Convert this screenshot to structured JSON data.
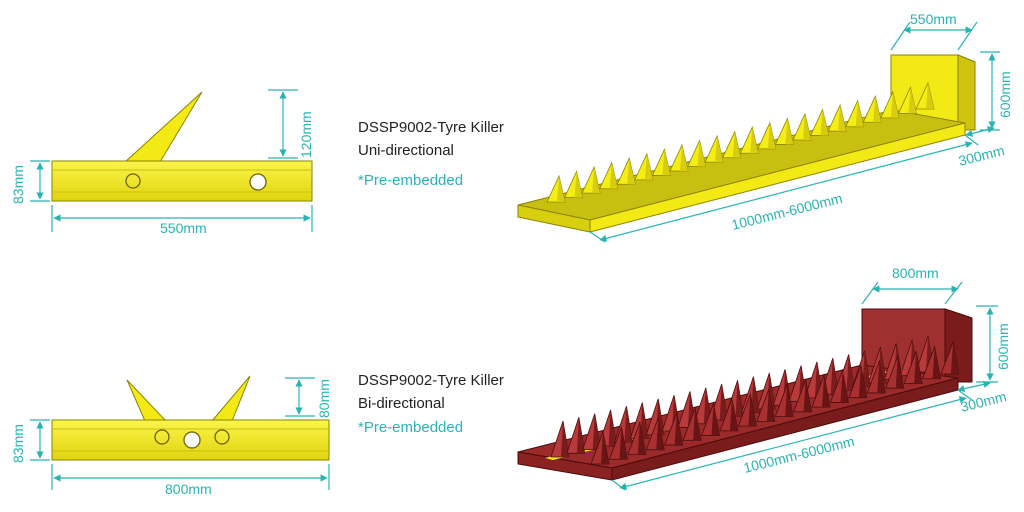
{
  "uni": {
    "dims": {
      "height": "83mm",
      "spike": "120mm",
      "width": "550mm"
    },
    "info": {
      "title": "DSSP9002-Tyre Killer",
      "type": "Uni-directional",
      "note": "*Pre-embedded"
    },
    "model_dims": {
      "box_width": "550mm",
      "box_height": "600mm",
      "depth": "300mm",
      "length": "1000mm-6000mm"
    }
  },
  "bi": {
    "dims": {
      "height": "83mm",
      "spike": "80mm",
      "width": "800mm"
    },
    "info": {
      "title": "DSSP9002-Tyre Killer",
      "type": "Bi-directional",
      "note": "*Pre-embedded"
    },
    "model_dims": {
      "box_width": "800mm",
      "box_height": "600mm",
      "depth": "300mm",
      "length": "1000mm-6000mm"
    }
  },
  "colors": {
    "yellow": "#f5ee14",
    "yellow_dark": "#d8cc10",
    "red": "#9b2a2a",
    "red_dark": "#7a1c1c",
    "accent": "#2bb3b3"
  }
}
